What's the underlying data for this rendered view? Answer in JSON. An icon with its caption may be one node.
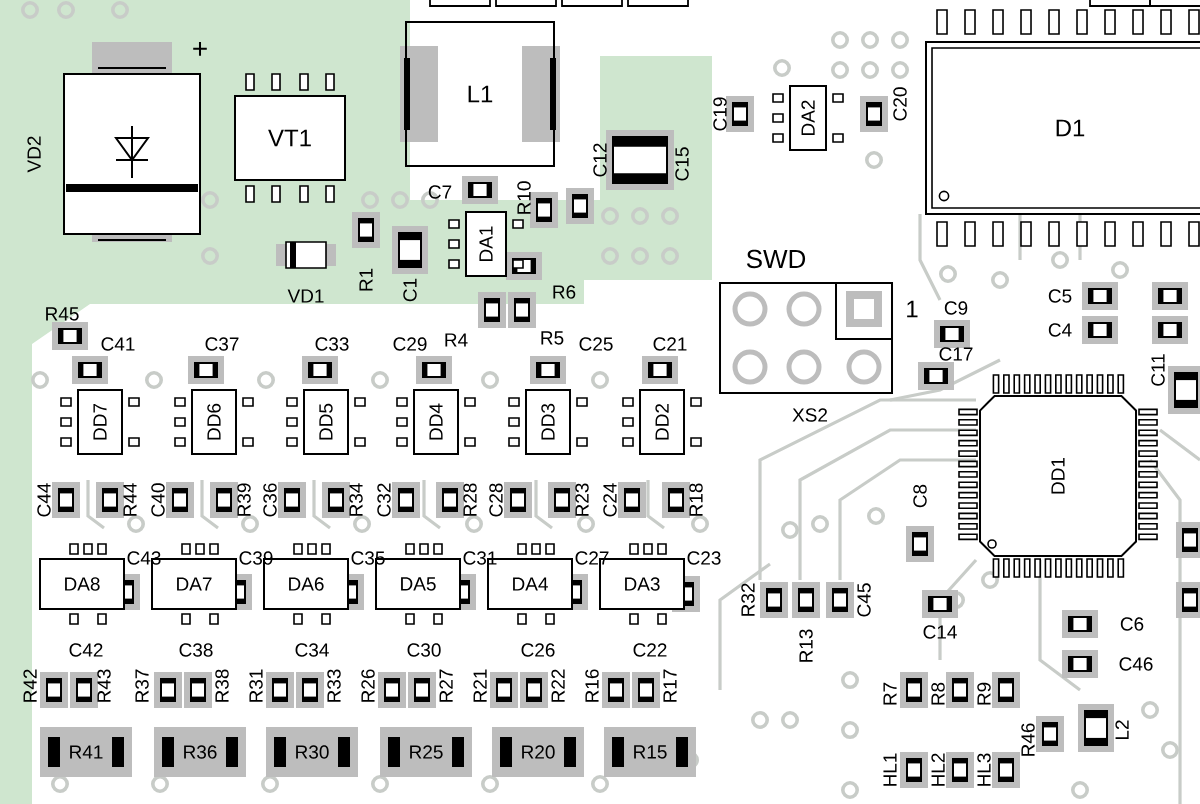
{
  "diagram": {
    "nodes": [
      {
        "text": [
          "VD2"
        ]
      },
      {
        "text": [
          "VT1"
        ]
      },
      {
        "text": [
          "L1"
        ]
      },
      {
        "text": [
          "DA1"
        ]
      },
      {
        "text": [
          "DA2"
        ]
      },
      {
        "text": [
          "D1"
        ]
      },
      {
        "text": [
          "XS2"
        ],
        "beside": [
          "SWD",
          "1"
        ]
      },
      {
        "text": [
          "DD7"
        ]
      },
      {
        "text": [
          "DD6"
        ]
      },
      {
        "text": [
          "DD5"
        ]
      },
      {
        "text": [
          "DD4"
        ]
      },
      {
        "text": [
          "DD3"
        ]
      },
      {
        "text": [
          "DD2"
        ]
      },
      {
        "text": [
          "DD1"
        ]
      },
      {
        "text": [
          "DA8"
        ]
      },
      {
        "text": [
          "DA7"
        ]
      },
      {
        "text": [
          "DA6"
        ]
      },
      {
        "text": [
          "DA5"
        ]
      },
      {
        "text": [
          "DA4"
        ]
      },
      {
        "text": [
          "DA3"
        ]
      },
      {
        "text": [
          "R41"
        ]
      },
      {
        "text": [
          "R36"
        ]
      },
      {
        "text": [
          "R30"
        ]
      },
      {
        "text": [
          "R25"
        ]
      },
      {
        "text": [
          "R20"
        ]
      },
      {
        "text": [
          "R15"
        ]
      }
    ],
    "labels": [
      "+",
      "C19",
      "C20",
      "C12",
      "C15",
      "C7",
      "R10",
      "R1",
      "C1",
      "VD1",
      "R6",
      "C9",
      "C5",
      "C4",
      "R45",
      "R4",
      "R5",
      "C41",
      "C37",
      "C33",
      "C29",
      "C25",
      "C21",
      "C17",
      "C11",
      "C44",
      "R44",
      "C40",
      "R39",
      "C36",
      "R34",
      "C32",
      "R28",
      "C28",
      "R23",
      "C24",
      "R18",
      "C8",
      "C43",
      "C39",
      "C35",
      "C31",
      "C27",
      "C23",
      "R32",
      "R13",
      "C45",
      "C14",
      "C6",
      "C46",
      "C42",
      "C38",
      "C34",
      "C30",
      "C26",
      "C22",
      "R42",
      "R43",
      "R37",
      "R38",
      "R31",
      "R33",
      "R26",
      "R27",
      "R21",
      "R22",
      "R16",
      "R17",
      "R7",
      "R8",
      "R9",
      "R46",
      "L2",
      "HL1",
      "HL2",
      "HL3"
    ]
  }
}
